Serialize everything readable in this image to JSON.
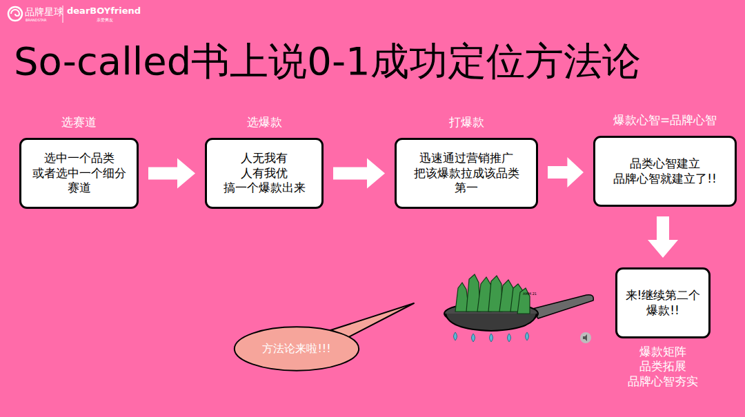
{
  "diagram": {
    "title": "So-called书上说0-1成功定位方法论",
    "nodes": [
      {
        "text": [
          "选赛道",
          "选中一个品类 或者选中一个细分 赛道"
        ]
      },
      {
        "text": [
          "选爆款",
          "人无我有 人有我优 搞一个爆款出来"
        ]
      },
      {
        "text": [
          "打爆款",
          "迅速通过营销推广 把该爆款拉成该品类 第一"
        ]
      },
      {
        "text": [
          "爆款心智=品牌心智",
          "品类心智建立 品牌心智就建立了!!"
        ]
      },
      {
        "text": [
          "来!继续第二个爆款!!",
          "爆款矩阵 品类拓展 品牌心智夯实"
        ]
      },
      {
        "text": [
          "方法论来啦!!!"
        ]
      }
    ],
    "edges": [
      {
        "from": 0,
        "to": 1,
        "arrow": "to"
      },
      {
        "from": 1,
        "to": 2,
        "arrow": "to"
      },
      {
        "from": 2,
        "to": 3,
        "arrow": "to"
      },
      {
        "from": 3,
        "to": 4,
        "arrow": "to"
      }
    ],
    "labels": [
      "品牌星球",
      "BRANDSTAR",
      "dearBOYfriend",
      "亲爱男友",
      "AMM.21"
    ]
  }
}
